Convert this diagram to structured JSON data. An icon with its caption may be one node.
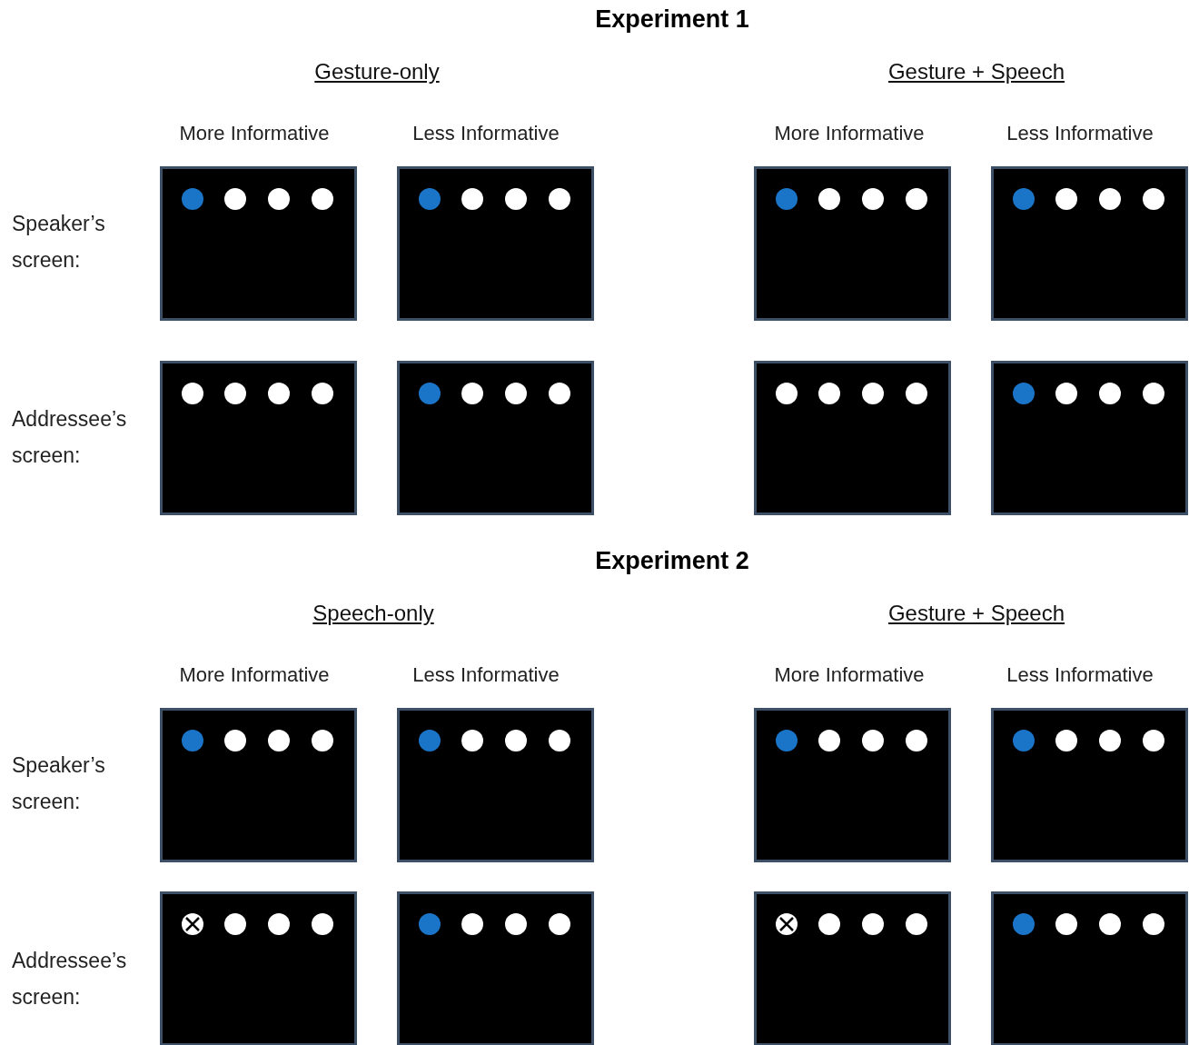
{
  "diagram": {
    "labels": [
      "Experiment 1",
      "Gesture-only",
      "Gesture + Speech",
      "More Informative",
      "Less Informative",
      "More Informative",
      "Less Informative",
      "Speaker’s screen:",
      "Addressee’s screen:",
      "Experiment 2",
      "Speech-only",
      "Gesture + Speech",
      "More Informative",
      "Less Informative",
      "More Informative",
      "Less Informative",
      "Speaker’s screen:",
      "Addressee’s screen:"
    ]
  }
}
